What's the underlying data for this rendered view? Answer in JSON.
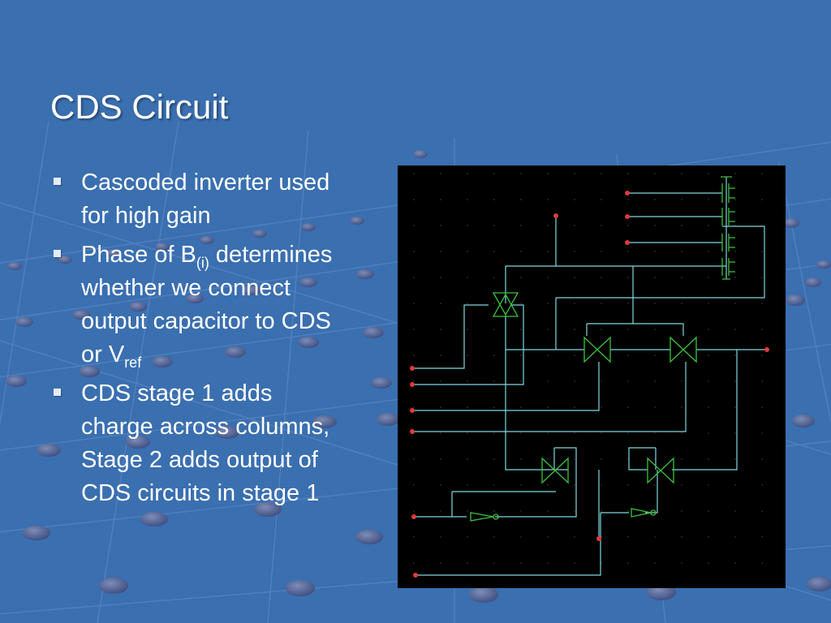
{
  "slide": {
    "title": "CDS Circuit",
    "bullets": [
      {
        "text": "Cascoded inverter used for high gain"
      },
      {
        "pre": "Phase of B",
        "sub": "(i)",
        "post": " determines whether we connect output capacitor to CDS or V",
        "sub2": "ref"
      },
      {
        "text": "CDS stage 1 adds charge across columns, Stage 2 adds output of CDS circuits in stage 1"
      }
    ]
  },
  "colors": {
    "background": "#3a6fb0",
    "text": "#ffffff",
    "schematic_bg": "#000000",
    "wire": "#7fd8e0",
    "device": "#3ec23e",
    "pin": "#e03a3a"
  },
  "icons": [
    "square-bullet-icon",
    "transmission-gate-icon",
    "inverter-icon",
    "transistor-icon",
    "pin-dot-icon"
  ]
}
